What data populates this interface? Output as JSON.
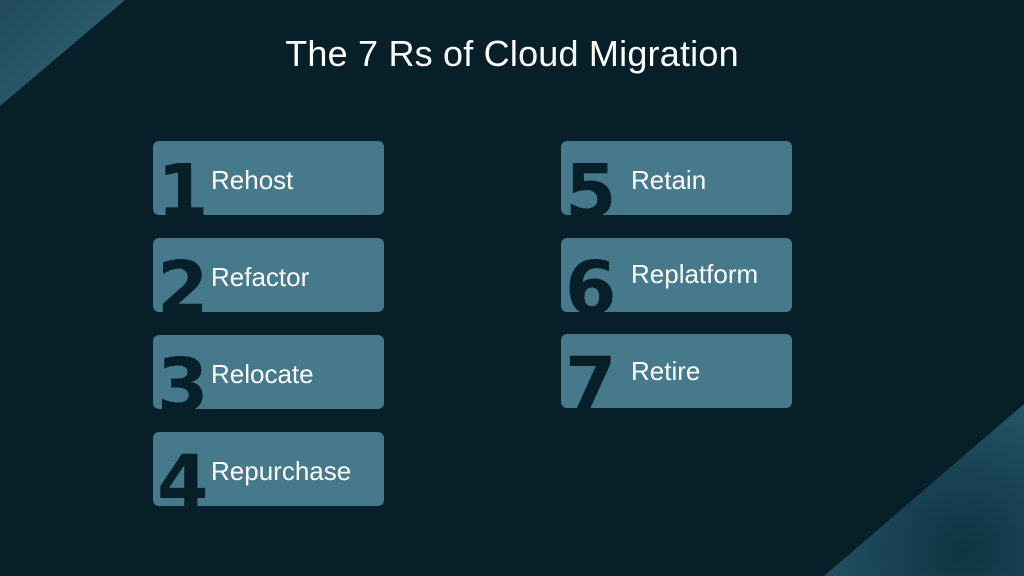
{
  "slide": {
    "title": "The 7 Rs of Cloud Migration",
    "colors": {
      "background": "#061f29",
      "card": "#45798b",
      "accent_corner": "#2a5b6c",
      "text": "#ffffff"
    }
  },
  "items": [
    {
      "number": "1",
      "label": "Rehost"
    },
    {
      "number": "2",
      "label": "Refactor"
    },
    {
      "number": "3",
      "label": "Relocate"
    },
    {
      "number": "4",
      "label": "Repurchase"
    },
    {
      "number": "5",
      "label": "Retain"
    },
    {
      "number": "6",
      "label": "Replatform"
    },
    {
      "number": "7",
      "label": "Retire"
    }
  ]
}
